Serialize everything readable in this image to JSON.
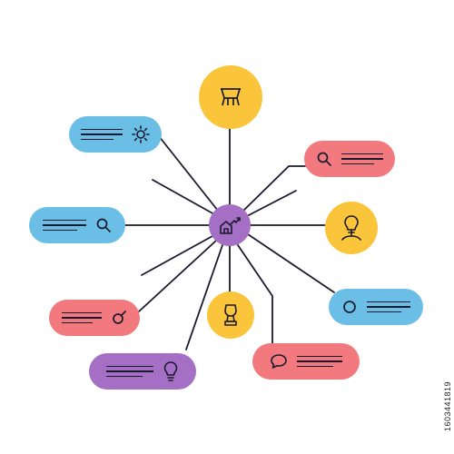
{
  "diagram": {
    "type": "hub-and-spoke infographic",
    "hub": {
      "icon": "growth-chart-house-icon",
      "color": "#a46fc4"
    },
    "circles": [
      {
        "id": "top",
        "icon": "award-cup-icon",
        "color": "#fbc53b"
      },
      {
        "id": "right",
        "icon": "lightbulb-person-icon",
        "color": "#fbc53b"
      },
      {
        "id": "bottom",
        "icon": "trophy-figure-icon",
        "color": "#fbc53b"
      }
    ],
    "pills": [
      {
        "id": "upper-left",
        "icon": "gear-icon",
        "color": "#6bbfe6"
      },
      {
        "id": "left",
        "icon": "magnifier-icon",
        "color": "#6bbfe6"
      },
      {
        "id": "lower-left",
        "icon": "target-icon",
        "color": "#f27a7f"
      },
      {
        "id": "bottom-left",
        "icon": "lightbulb-icon",
        "color": "#a46fc4"
      },
      {
        "id": "upper-right",
        "icon": "magnifier-icon",
        "color": "#f27a7f"
      },
      {
        "id": "lower-right",
        "icon": "circle-icon",
        "color": "#6bbfe6"
      },
      {
        "id": "bottom-right",
        "icon": "speech-bubble-icon",
        "color": "#f27a7f"
      }
    ],
    "line_color": "#1a1a2e"
  },
  "watermark": "1603441819"
}
